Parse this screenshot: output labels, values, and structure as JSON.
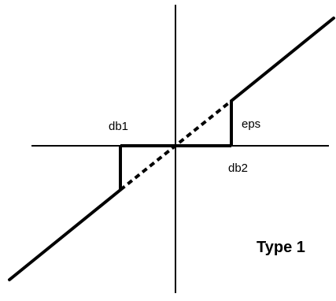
{
  "diagram": {
    "title": "Type 1",
    "labels": {
      "db1": "db1",
      "db2": "db2",
      "eps": "eps"
    }
  },
  "colors": {
    "line": "#000000",
    "background": "#ffffff"
  }
}
